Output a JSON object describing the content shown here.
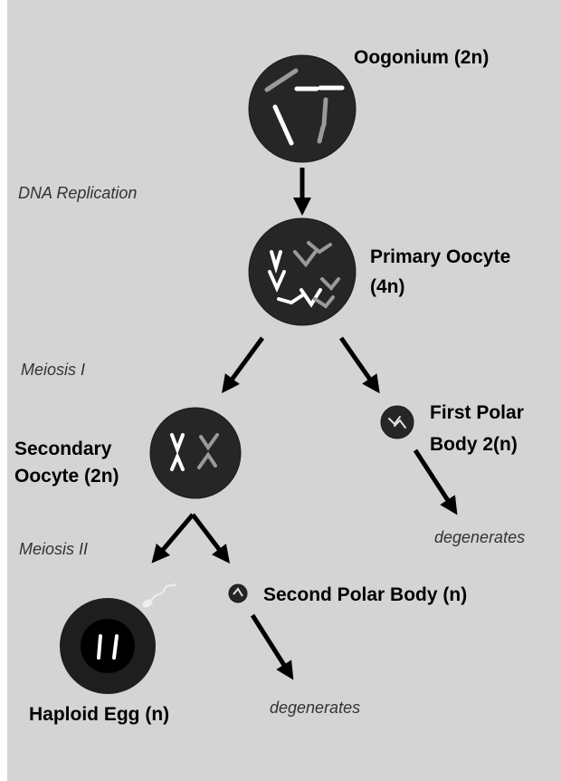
{
  "labels": {
    "oogonium": "Oogonium (2n)",
    "primary_line1": "Primary Oocyte",
    "primary_line2": "(4n)",
    "secondary_line1": "Secondary",
    "secondary_line2": "Oocyte (2n)",
    "first_polar_line1": "First Polar",
    "first_polar_line2": "Body 2(n)",
    "second_polar": "Second Polar Body (n)",
    "haploid_egg": "Haploid Egg (n)"
  },
  "processes": {
    "dna_replication": "DNA Replication",
    "meiosis_1": "Meiosis I",
    "meiosis_2": "Meiosis II",
    "degenerates_1": "degenerates",
    "degenerates_2": "degenerates"
  },
  "colors": {
    "background": "#d4d4d4",
    "cell": "#262626",
    "chromosome_light": "#ffffff",
    "chromosome_gray": "#9a9a9a"
  }
}
